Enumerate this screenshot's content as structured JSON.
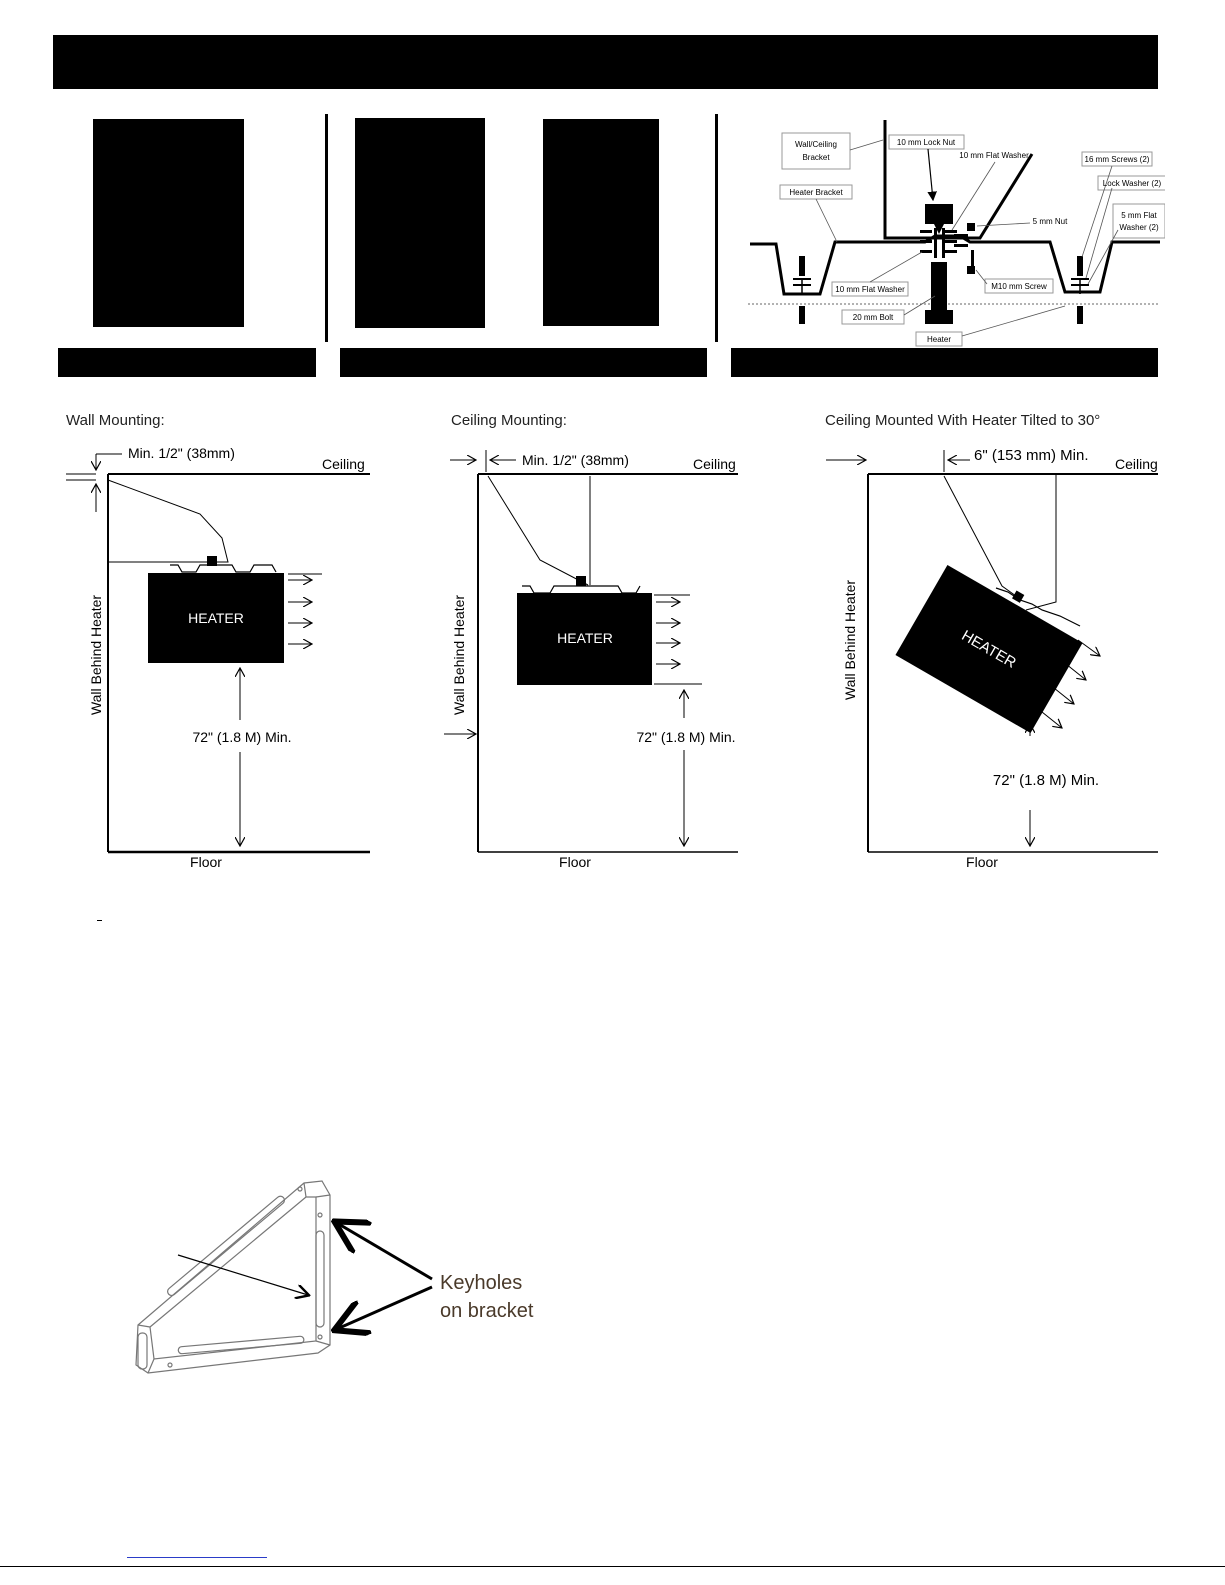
{
  "hardware": {
    "wall_ceiling_bracket": "Wall/Ceiling Bracket",
    "wall_ceiling_bracket_l1": "Wall/Ceiling",
    "wall_ceiling_bracket_l2": "Bracket",
    "lock_nut": "10 mm Lock Nut",
    "flat_washer_top": "10 mm Flat Washer",
    "screws_16": "16 mm Screws (2)",
    "lock_washer": "Lock Washer (2)",
    "heater_bracket": "Heater Bracket",
    "nut_5": "5 mm Nut",
    "flat_washer_5_l1": "5 mm Flat",
    "flat_washer_5_l2": "Washer (2)",
    "flat_washer_bottom": "10 mm Flat Washer",
    "m10_screw": "M10 mm Screw",
    "bolt_20": "20 mm Bolt",
    "heater": "Heater"
  },
  "mounting": {
    "wall": {
      "title": "Wall Mounting:",
      "clearance_top": "Min. 1/2\" (38mm)",
      "ceiling": "Ceiling",
      "wall": "Wall Behind Heater",
      "heater": "HEATER",
      "clearance_floor": "72\" (1.8 M) Min.",
      "floor": "Floor"
    },
    "ceiling": {
      "title": "Ceiling Mounting:",
      "clearance_top": "Min. 1/2\" (38mm)",
      "ceiling": "Ceiling",
      "wall": "Wall Behind Heater",
      "heater": "HEATER",
      "clearance_floor": "72\" (1.8 M) Min.",
      "floor": "Floor"
    },
    "tilted": {
      "title": "Ceiling Mounted With Heater Tilted to 30°",
      "clearance_top": "6\" (153 mm) Min.",
      "ceiling": "Ceiling",
      "wall": "Wall Behind Heater",
      "heater": "HEATER",
      "clearance_floor": "72\" (1.8 M) Min.",
      "floor": "Floor"
    }
  },
  "bracket": {
    "callout_l1": "Keyholes",
    "callout_l2": "on bracket"
  }
}
